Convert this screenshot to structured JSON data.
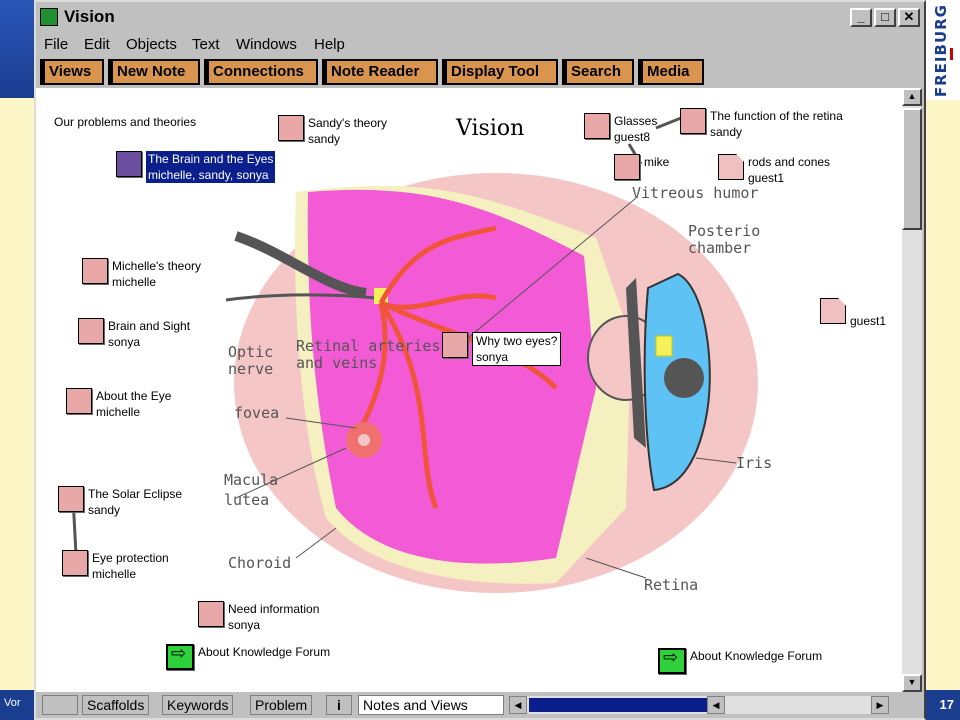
{
  "window": {
    "title": "Vision",
    "controls": [
      "_",
      "□",
      "✕"
    ]
  },
  "menu": [
    "File",
    "Edit",
    "Objects",
    "Text",
    "Windows",
    "Help"
  ],
  "toolbar": [
    "Views",
    "New Note",
    "Connections",
    "Note Reader",
    "Display Tool",
    "Search",
    "Media"
  ],
  "view": {
    "title": "Vision",
    "problems_label": "Our problems and theories"
  },
  "notes": [
    {
      "title": "Sandy's theory",
      "author": "sandy"
    },
    {
      "title": "The Brain and the Eyes",
      "author": "michelle, sandy, sonya"
    },
    {
      "title": "Glasses",
      "author": "guest8"
    },
    {
      "title": "The function of the retina",
      "author": "sandy"
    },
    {
      "title": "",
      "author": "mike"
    },
    {
      "title": "rods and cones",
      "author": "guest1"
    },
    {
      "title": "Michelle's theory",
      "author": "michelle"
    },
    {
      "title": "Brain and Sight",
      "author": "sonya"
    },
    {
      "title": "Why two eyes?",
      "author": "sonya"
    },
    {
      "title": "",
      "author": "guest1"
    },
    {
      "title": "About the Eye",
      "author": "michelle"
    },
    {
      "title": "The Solar Eclipse",
      "author": "sandy"
    },
    {
      "title": "Eye protection",
      "author": "michelle"
    },
    {
      "title": "Need information",
      "author": "sonya"
    },
    {
      "title": "About Knowledge Forum",
      "author": ""
    },
    {
      "title": "About Knowledge Forum",
      "author": ""
    }
  ],
  "eye_labels": [
    "Vitreous humor",
    "Posterio chamber",
    "Optic nerve",
    "Retinal arteries and veins",
    "fovea",
    "Macula lutea",
    "Choroid",
    "Iris",
    "Retina"
  ],
  "status_tabs": [
    "Scaffolds",
    "Keywords",
    "Problem",
    "i",
    "Notes and Views"
  ],
  "slide": {
    "footer_left": "Vor",
    "page_number": "17",
    "logo_text": "FREIBURG"
  }
}
